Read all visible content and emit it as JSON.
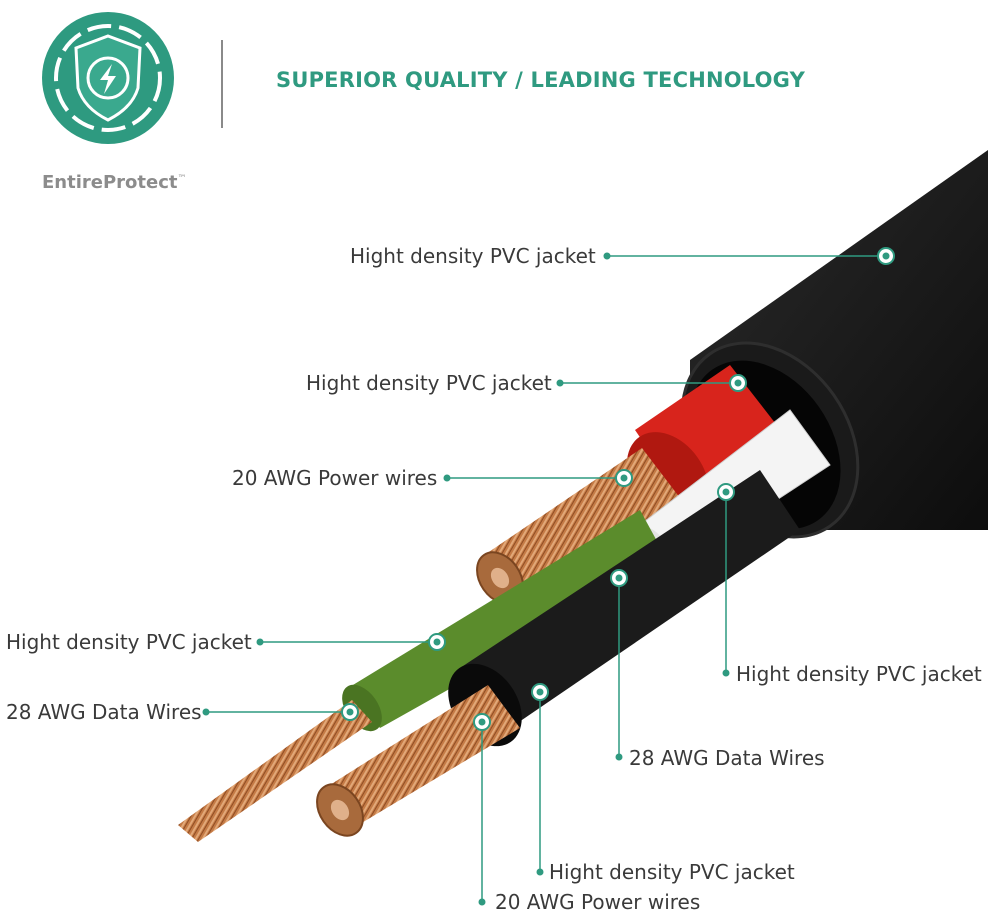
{
  "header": {
    "headline": "SUPERIOR QUALITY / LEADING TECHNOLOGY",
    "brand_name": "EntireProtect",
    "brand_trademark": "™"
  },
  "callouts": [
    {
      "id": "outer-jacket",
      "label": "Hight density PVC jacket"
    },
    {
      "id": "red-jacket",
      "label": "Hight density PVC jacket"
    },
    {
      "id": "power-wire-top",
      "label": "20 AWG Power wires"
    },
    {
      "id": "green-jacket",
      "label": "Hight density PVC jacket"
    },
    {
      "id": "data-wire-left",
      "label": "28 AWG Data Wires"
    },
    {
      "id": "white-jacket",
      "label": "Hight density PVC jacket"
    },
    {
      "id": "data-wire-center",
      "label": "28 AWG Data Wires"
    },
    {
      "id": "black-jacket",
      "label": "Hight density PVC jacket"
    },
    {
      "id": "power-wire-bottom",
      "label": "20 AWG Power wires"
    }
  ],
  "colors": {
    "accent": "#2f9a80",
    "shield": "#2e9a80",
    "label_text": "#3a3a3a",
    "brand_text": "#8c8c8c",
    "copper": "#c47a45",
    "outer_jacket": "#151515",
    "red_jacket": "#d8241c",
    "white_jacket": "#f4f4f4",
    "green_jacket": "#5b8c2c",
    "black_jacket": "#1b1b1b"
  },
  "icons": [
    "shield-bolt-icon"
  ]
}
